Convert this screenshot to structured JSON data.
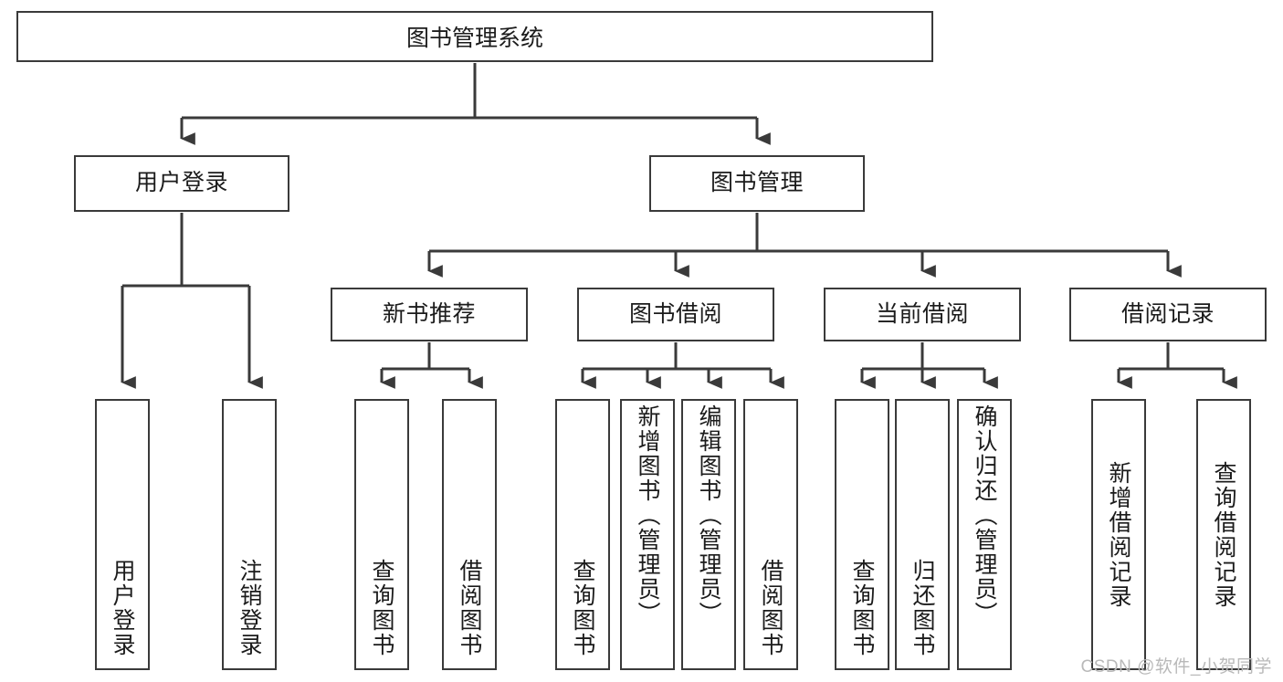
{
  "diagram": {
    "type": "tree-hierarchy",
    "title": "图书管理系统",
    "root": {
      "id": "root",
      "label": "图书管理系统"
    },
    "level2": [
      {
        "id": "user-login",
        "label": "用户登录"
      },
      {
        "id": "book-management",
        "label": "图书管理"
      }
    ],
    "level3": [
      {
        "id": "new-book-recommend",
        "label": "新书推荐",
        "parent": "book-management"
      },
      {
        "id": "book-borrow",
        "label": "图书借阅",
        "parent": "book-management"
      },
      {
        "id": "current-borrow",
        "label": "当前借阅",
        "parent": "book-management"
      },
      {
        "id": "borrow-record",
        "label": "借阅记录",
        "parent": "book-management"
      }
    ],
    "leaves": [
      {
        "id": "leaf-user-login",
        "label": "用户登录",
        "parent": "user-login"
      },
      {
        "id": "leaf-logout",
        "label": "注销登录",
        "parent": "user-login"
      },
      {
        "id": "leaf-query-book-1",
        "label": "查询图书",
        "parent": "new-book-recommend"
      },
      {
        "id": "leaf-borrow-book-1",
        "label": "借阅图书",
        "parent": "new-book-recommend"
      },
      {
        "id": "leaf-query-book-2",
        "label": "查询图书",
        "parent": "book-borrow"
      },
      {
        "id": "leaf-add-book",
        "label": "新增图书（管理员）",
        "parent": "book-borrow"
      },
      {
        "id": "leaf-edit-book",
        "label": "编辑图书（管理员）",
        "parent": "book-borrow"
      },
      {
        "id": "leaf-borrow-book-2",
        "label": "借阅图书",
        "parent": "book-borrow"
      },
      {
        "id": "leaf-query-book-3",
        "label": "查询图书",
        "parent": "current-borrow"
      },
      {
        "id": "leaf-return-book",
        "label": "归还图书",
        "parent": "current-borrow"
      },
      {
        "id": "leaf-confirm-return",
        "label": "确认归还（管理员）",
        "parent": "current-borrow"
      },
      {
        "id": "leaf-add-record",
        "label": "新增借阅记录",
        "parent": "borrow-record"
      },
      {
        "id": "leaf-query-record",
        "label": "查询借阅记录",
        "parent": "borrow-record"
      }
    ],
    "colors": {
      "stroke": "#3a3a3a",
      "text": "#1b1b1b",
      "background": "#ffffff",
      "watermark": "#b9b9b9"
    }
  },
  "watermark": {
    "text": "CSDN @软件_小贺同学"
  }
}
